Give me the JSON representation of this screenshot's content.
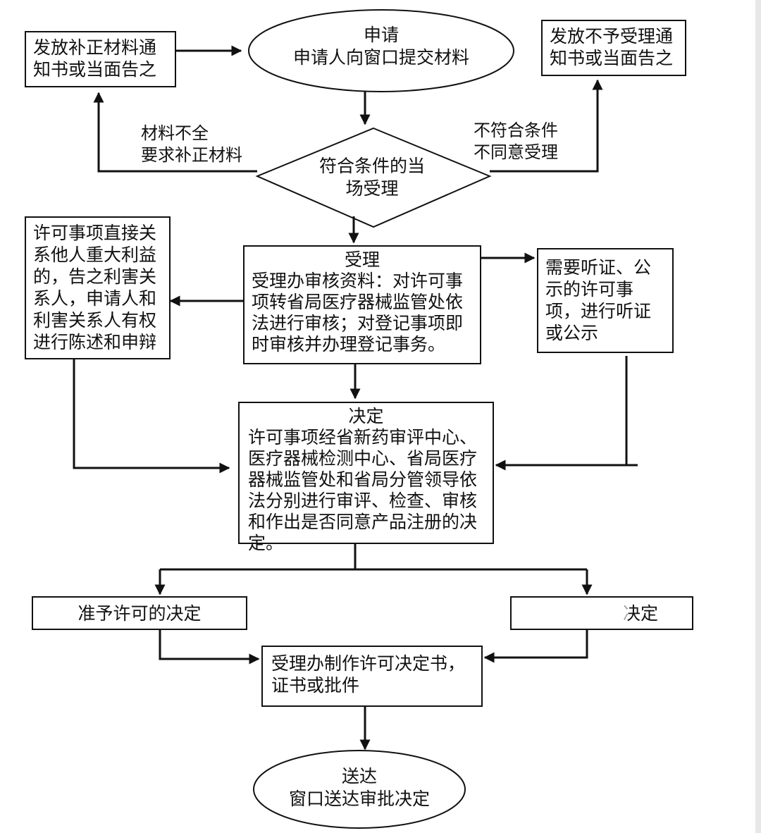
{
  "nodes": {
    "apply": {
      "title": "申请",
      "text": "申请人向窗口提交材料"
    },
    "supplement_notice": {
      "text": "发放补正材料通知书或当面告之"
    },
    "reject_notice": {
      "text": "发放不予受理通知书或当面告之"
    },
    "onsite_accept": {
      "text": "符合条件的当场受理"
    },
    "accept": {
      "title": "受理",
      "text": "受理办审核资料：对许可事项转省局医疗器械监管处依法进行审核；对登记事项即时审核并办理登记事务。"
    },
    "stakeholder": {
      "text": "许可事项直接关系他人重大利益的，告之利害关系人，申请人和利害关系人有权进行陈述和申辩"
    },
    "hearing": {
      "text": "需要听证、公示的许可事项，进行听证或公示"
    },
    "decision": {
      "title": "决定",
      "text": "许可事项经省新药审评中心、医疗器械检测中心、省局医疗器械监管处和省局分管领导依法分别进行审评、检查、审核和作出是否同意产品注册的决定。"
    },
    "grant": {
      "text": "准予许可的决定"
    },
    "deny": {
      "text": "决定"
    },
    "make_certificate": {
      "text": "受理办制作许可决定书，证书或批件"
    },
    "deliver": {
      "title": "送达",
      "text": "窗口送达审批决定"
    }
  },
  "edge_labels": {
    "incomplete": "材料不全\n要求补正材料",
    "not_qualified": "不符合条件\n不同意受理"
  }
}
